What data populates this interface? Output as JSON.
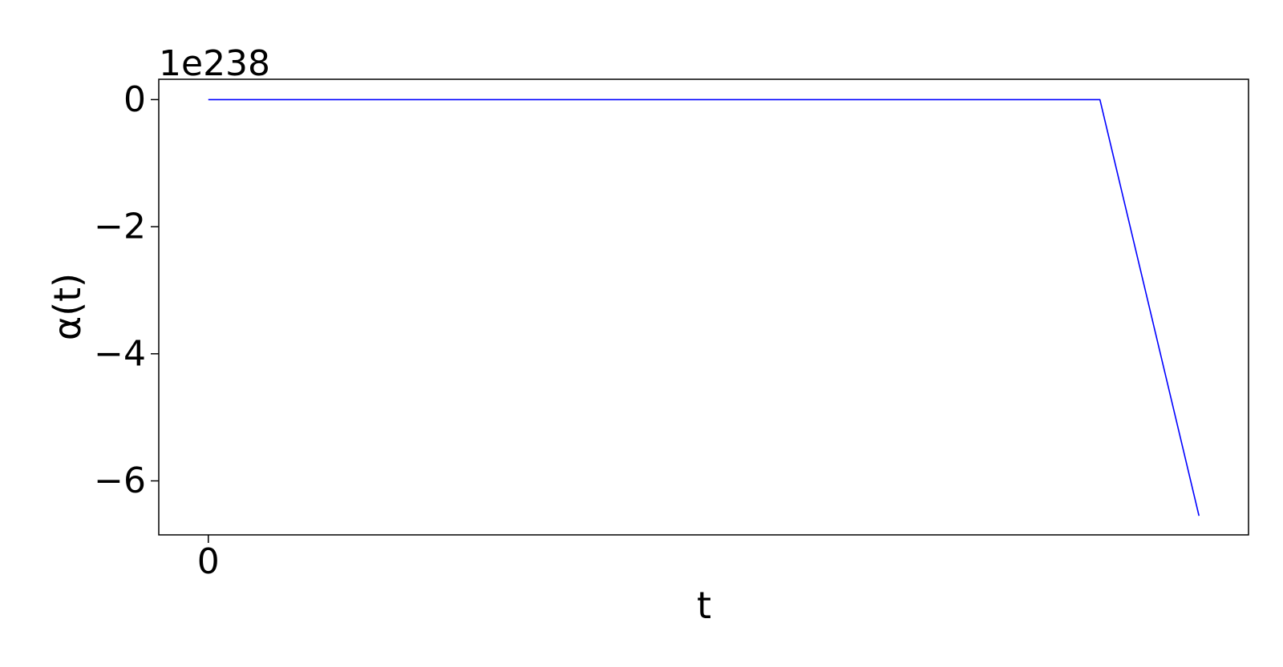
{
  "chart_data": {
    "type": "line",
    "title": "",
    "xlabel": "t",
    "ylabel": "α(t)",
    "y_offset_label": "1e238",
    "x_tick_values": [
      0
    ],
    "x_tick_labels": [
      "0"
    ],
    "y_tick_values": [
      0,
      -2,
      -4,
      -6
    ],
    "y_tick_labels": [
      "0",
      "−2",
      "−4",
      "−6"
    ],
    "xlim": [
      -1,
      21
    ],
    "ylim": [
      -6.85,
      0.32
    ],
    "grid": false,
    "legend": "none",
    "series": [
      {
        "color": "#0000ff",
        "x": [
          0,
          18,
          20
        ],
        "y": [
          0,
          0,
          -6.55
        ]
      }
    ]
  }
}
